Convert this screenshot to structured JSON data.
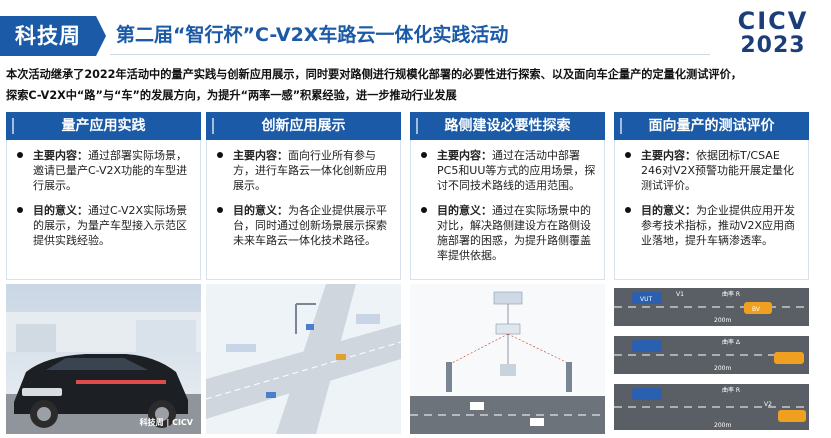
{
  "header": {
    "tag": "科技周",
    "title": "第二届“智行杯”C-V2X车路云一体化实践活动",
    "logo_line1": "CICV",
    "logo_line2": "2023"
  },
  "intro": {
    "line1": "本次活动继承了2022年活动中的量产实践与创新应用展示，同时要对路侧进行规模化部署的必要性进行探索、以及面向车企量产的定量化测试评价，",
    "line2": "探索C-V2X中“路”与“车”的发展方向，为提升“两率一感”积累经验，进一步推动行业发展"
  },
  "columns": [
    {
      "title": "量产应用实践",
      "items": [
        {
          "label": "主要内容：",
          "text": "通过部署实际场景，邀请已量产C-V2X功能的车型进行展示。"
        },
        {
          "label": "目的意义：",
          "text": "通过C-V2X实际场景的展示，为量产车型接入示范区提供实践经验。"
        }
      ],
      "image_caption": "科技周 | CICV"
    },
    {
      "title": "创新应用展示",
      "items": [
        {
          "label": "主要内容：",
          "text": "面向行业所有参与方，进行车路云一体化创新应用展示。"
        },
        {
          "label": "目的意义：",
          "text": "为各企业提供展示平台，同时通过创新场景展示探索未来车路云一体化技术路径。"
        }
      ]
    },
    {
      "title": "路侧建设必要性探索",
      "items": [
        {
          "label": "主要内容：",
          "text": "通过在活动中部署PC5和UU等方式的应用场景，探讨不同技术路线的适用范围。"
        },
        {
          "label": "目的意义：",
          "text": "通过在实际场景中的对比，解决路侧建设方在路侧设施部署的困惑，为提升路侧覆盖率提供依据。"
        }
      ]
    },
    {
      "title": "面向量产的测试评价",
      "items": [
        {
          "label": "主要内容：",
          "text": "依据团标T/CSAE 246对V2X预警功能开展定量化测试评价。"
        },
        {
          "label": "目的意义：",
          "text": "为企业提供应用开发参考技术指标，推动V2X应用商业落地，提升车辆渗透率。"
        }
      ],
      "diagram": {
        "vut": "VUT",
        "bv": "BV",
        "v1": "V1",
        "v2": "V2",
        "distance": "200m",
        "curve_label": "曲率 R",
        "curve_label2": "曲率 Δ"
      }
    }
  ],
  "colors": {
    "primary": "#1b5aa6",
    "heading_text": "#ffffff",
    "road": "#5a5f66",
    "vut_car": "#2b5fb0",
    "bv_car": "#f0a020"
  }
}
